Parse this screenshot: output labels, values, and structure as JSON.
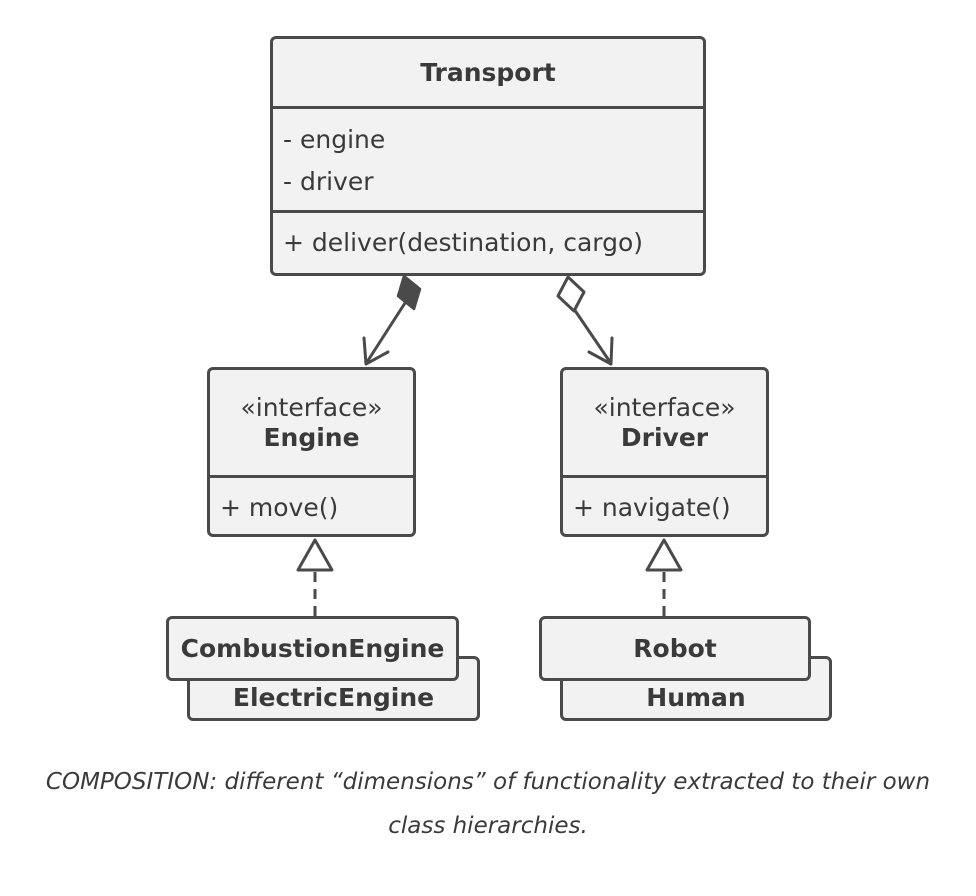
{
  "transport": {
    "name": "Transport",
    "fields": [
      "- engine",
      "- driver"
    ],
    "methods": [
      "+ deliver(destination, cargo)"
    ]
  },
  "engine": {
    "stereotype": "«interface»",
    "name": "Engine",
    "methods": [
      "+ move()"
    ]
  },
  "driver": {
    "stereotype": "«interface»",
    "name": "Driver",
    "methods": [
      "+ navigate()"
    ]
  },
  "engine_impls": {
    "front": "CombustionEngine",
    "back": "ElectricEngine"
  },
  "driver_impls": {
    "front": "Robot",
    "back": "Human"
  },
  "caption": "COMPOSITION: different “dimensions” of functionality extracted to their own class hierarchies.",
  "colors": {
    "box_fill": "#f2f2f2",
    "stroke": "#4a4a4a",
    "text": "#3a3a3a"
  }
}
